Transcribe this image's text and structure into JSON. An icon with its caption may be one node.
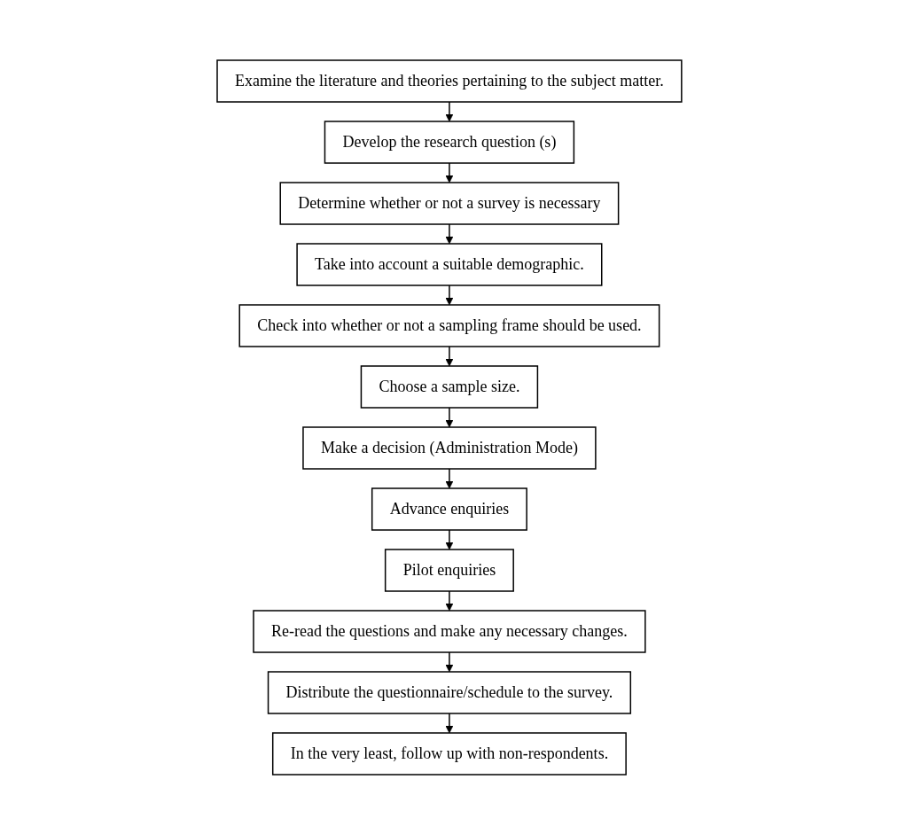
{
  "diagram": {
    "nodes": [
      {
        "text": [
          "Examine the literature and theories pertaining to the subject matter."
        ]
      },
      {
        "text": [
          "Develop the research question (s)"
        ]
      },
      {
        "text": [
          "Determine whether or not a survey is necessary"
        ]
      },
      {
        "text": [
          "Take into account a suitable demographic."
        ]
      },
      {
        "text": [
          "Check into whether or not a sampling frame should be used."
        ]
      },
      {
        "text": [
          "Choose a sample size."
        ]
      },
      {
        "text": [
          "Make a decision (Administration Mode)"
        ]
      },
      {
        "text": [
          "Advance enquiries"
        ]
      },
      {
        "text": [
          "Pilot enquiries"
        ]
      },
      {
        "text": [
          "Re-read the questions and make any necessary changes."
        ]
      },
      {
        "text": [
          "Distribute the questionnaire/schedule to the survey."
        ]
      },
      {
        "text": [
          "In the very least, follow up with non-respondents."
        ]
      }
    ],
    "edges": [
      {
        "from": 0,
        "to": 1,
        "arrow": "to"
      },
      {
        "from": 1,
        "to": 2,
        "arrow": "to"
      },
      {
        "from": 2,
        "to": 3,
        "arrow": "to"
      },
      {
        "from": 3,
        "to": 4,
        "arrow": "to"
      },
      {
        "from": 4,
        "to": 5,
        "arrow": "to"
      },
      {
        "from": 5,
        "to": 6,
        "arrow": "to"
      },
      {
        "from": 6,
        "to": 7,
        "arrow": "to"
      },
      {
        "from": 7,
        "to": 8,
        "arrow": "to"
      },
      {
        "from": 8,
        "to": 9,
        "arrow": "to"
      },
      {
        "from": 9,
        "to": 10,
        "arrow": "to"
      },
      {
        "from": 10,
        "to": 11,
        "arrow": "to"
      }
    ]
  }
}
